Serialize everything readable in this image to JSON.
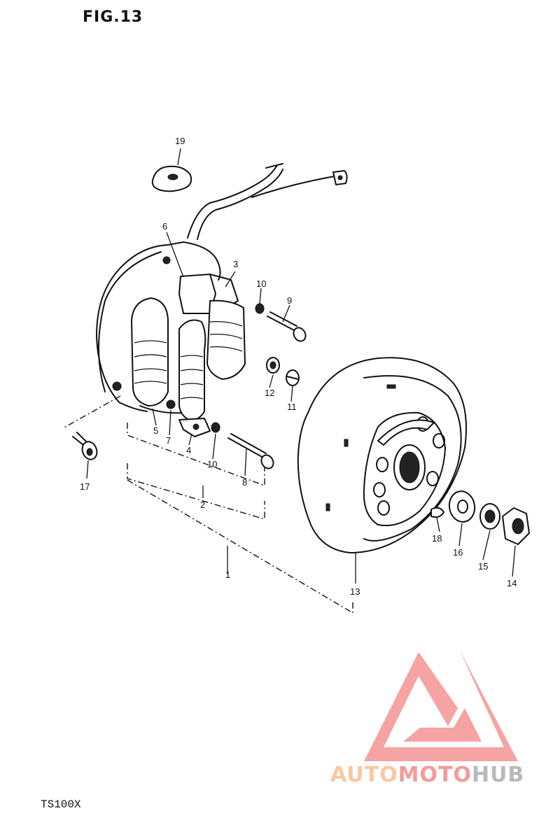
{
  "figure": {
    "title": "FIG.13",
    "model": "TS100X"
  },
  "callouts": [
    {
      "id": "c1",
      "text": "1"
    },
    {
      "id": "c2",
      "text": "2"
    },
    {
      "id": "c3",
      "text": "3"
    },
    {
      "id": "c4",
      "text": "4"
    },
    {
      "id": "c5",
      "text": "5"
    },
    {
      "id": "c6",
      "text": "6"
    },
    {
      "id": "c7",
      "text": "7"
    },
    {
      "id": "c8",
      "text": "8"
    },
    {
      "id": "c9",
      "text": "9"
    },
    {
      "id": "c10a",
      "text": "10"
    },
    {
      "id": "c10b",
      "text": "10"
    },
    {
      "id": "c11",
      "text": "11"
    },
    {
      "id": "c12",
      "text": "12"
    },
    {
      "id": "c13",
      "text": "13"
    },
    {
      "id": "c14",
      "text": "14"
    },
    {
      "id": "c15",
      "text": "15"
    },
    {
      "id": "c16",
      "text": "16"
    },
    {
      "id": "c17",
      "text": "17"
    },
    {
      "id": "c18",
      "text": "18"
    },
    {
      "id": "c19",
      "text": "19"
    }
  ],
  "watermark": {
    "word_1": "AUTO",
    "word_2": "MOTO",
    "word_3": "HUB",
    "colors": {
      "auto": "#f9c8a0",
      "moto": "#f59a9a",
      "hub": "#b9b9b9",
      "triangle": "#f59a9a"
    }
  }
}
